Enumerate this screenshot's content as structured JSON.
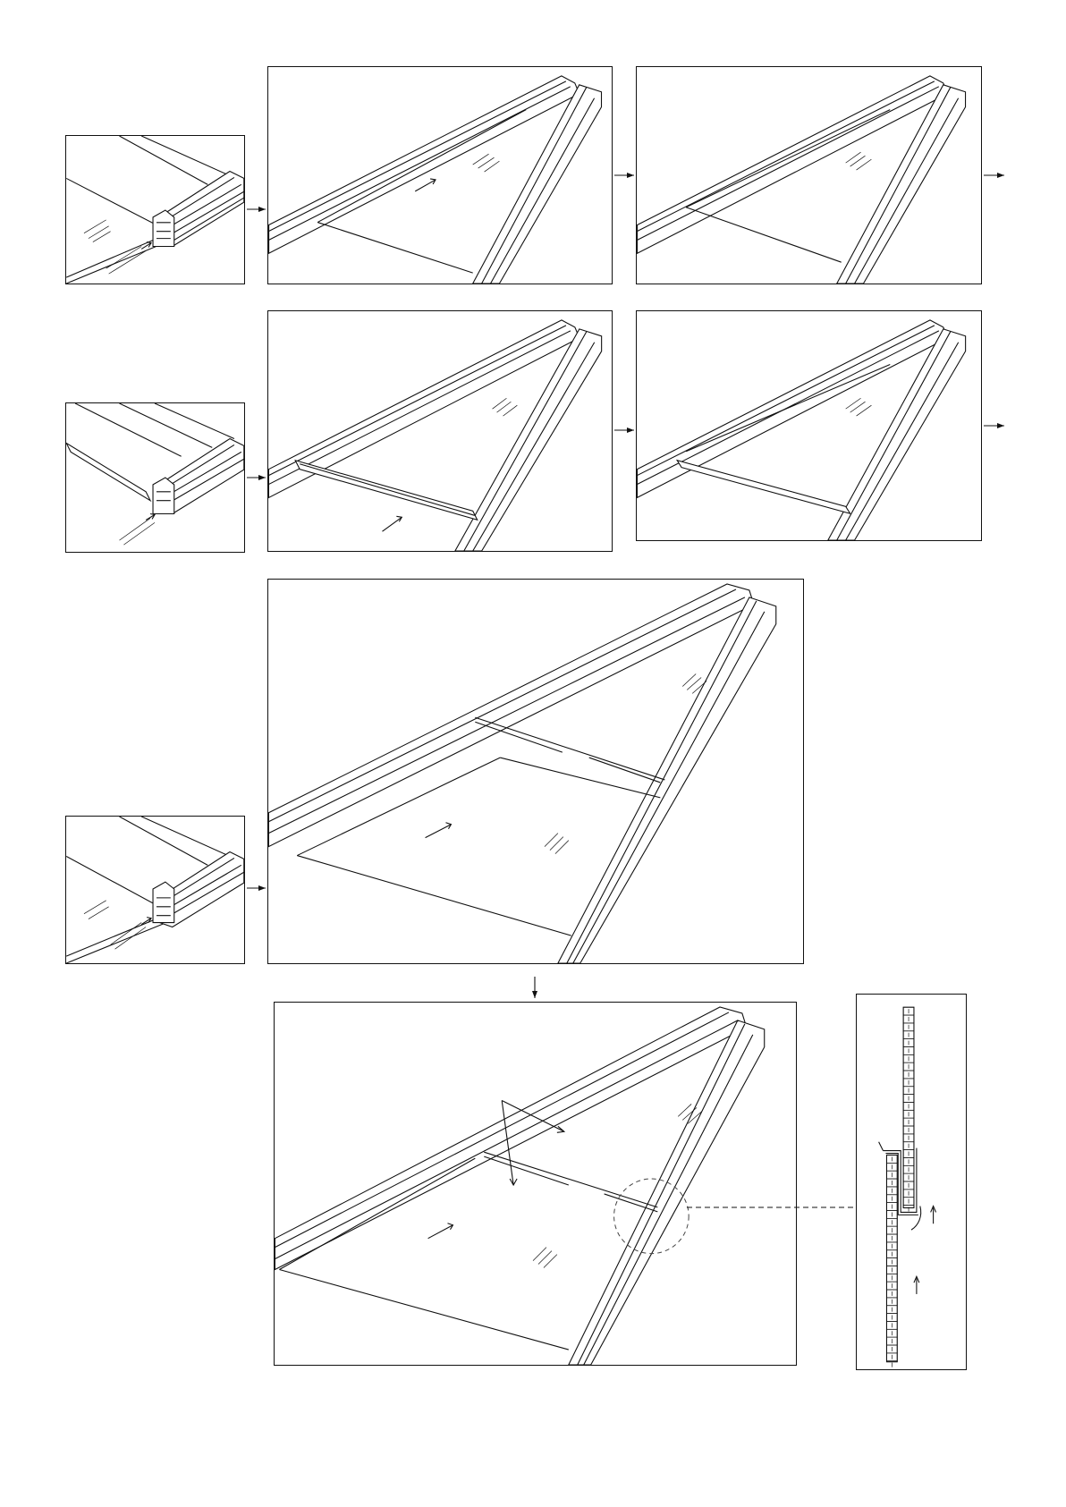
{
  "diagram": {
    "type": "assembly-instructions",
    "rows": [
      {
        "id": "row-1",
        "steps": [
          "profile-closeup",
          "install-view",
          "result-view"
        ],
        "continues": true
      },
      {
        "id": "row-2",
        "steps": [
          "profile-with-strip-closeup",
          "strip-install-view",
          "strip-result-view"
        ],
        "continues": true
      },
      {
        "id": "row-3",
        "steps": [
          "profile-closeup",
          "large-install-view"
        ],
        "continues": false
      },
      {
        "id": "row-4",
        "steps": [
          "final-view",
          "cross-section-detail"
        ],
        "continues": false
      }
    ],
    "detail_callout": {
      "from": "final-view",
      "to": "cross-section-detail",
      "style": "dashed"
    }
  }
}
